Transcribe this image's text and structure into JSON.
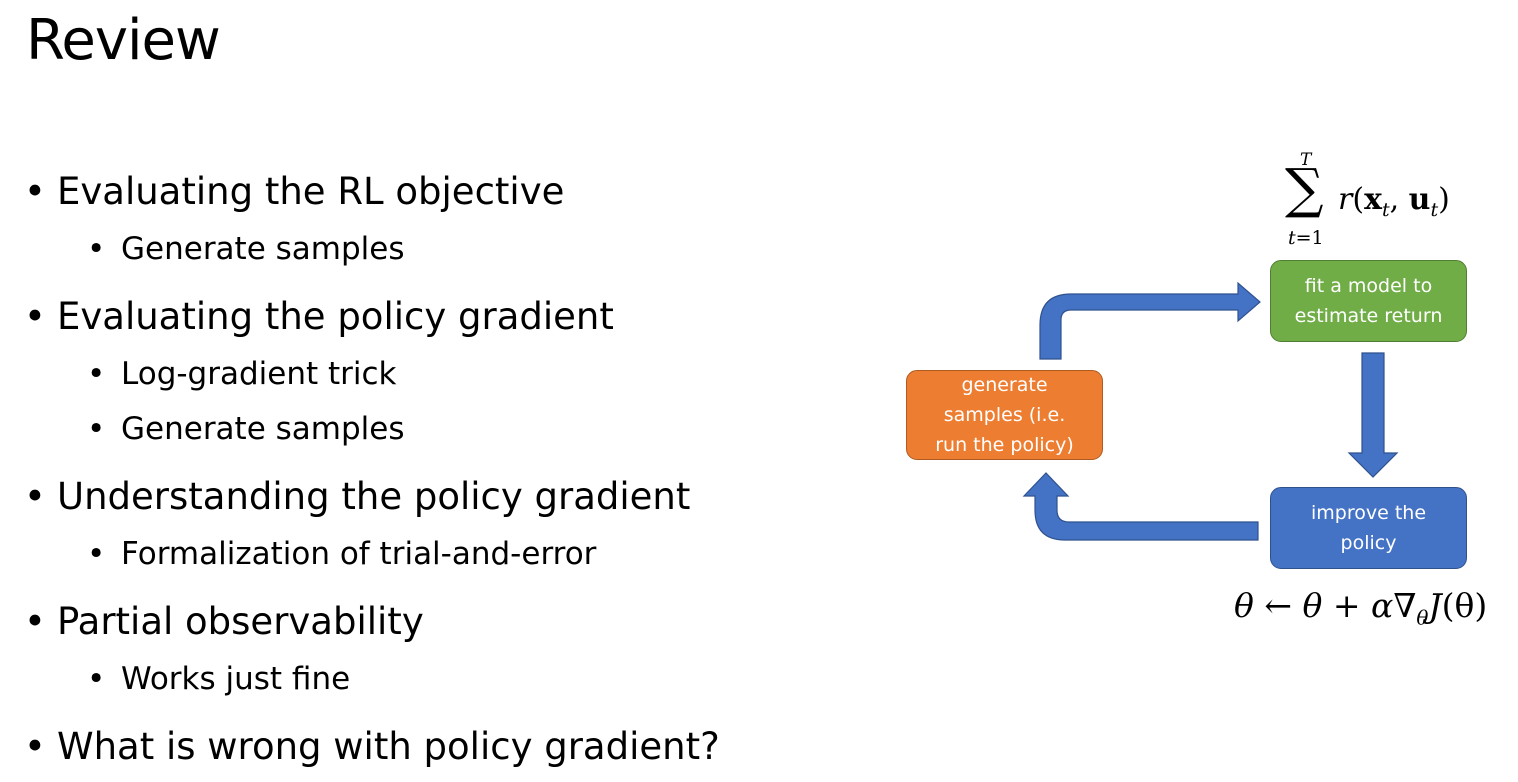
{
  "slide": {
    "title": "Review"
  },
  "bullets": [
    {
      "text": "Evaluating the RL objective",
      "sub": [
        "Generate samples"
      ]
    },
    {
      "text": "Evaluating the policy gradient",
      "sub": [
        "Log-gradient trick",
        "Generate samples"
      ]
    },
    {
      "text": "Understanding the policy gradient",
      "sub": [
        "Formalization of trial-and-error"
      ]
    },
    {
      "text": "Partial observability",
      "sub": [
        "Works just fine"
      ]
    },
    {
      "text": "What is wrong with policy gradient?",
      "sub": []
    }
  ],
  "bullet_symbol": "•",
  "diagram": {
    "box_fit": {
      "line1": "fit a model to",
      "line2": "estimate return"
    },
    "box_generate": {
      "line1": "generate",
      "line2": "samples (i.e.",
      "line3": "run the policy)"
    },
    "box_improve": {
      "line1": "improve the",
      "line2": "policy"
    },
    "colors": {
      "green": "#70ad47",
      "orange": "#ed7d31",
      "blue": "#4472c4",
      "arrow": "#4472c4"
    },
    "sum_formula": {
      "sigma": "∑",
      "upper": "T",
      "lower_var": "t",
      "lower_rest": "=1",
      "r": "r",
      "open": "(",
      "x": "x",
      "x_sub": "t",
      "comma": ", ",
      "u": "u",
      "u_sub": "t",
      "close": ")"
    },
    "update_formula": {
      "theta1": "θ",
      "arrow": " ← ",
      "theta2": "θ",
      "plus": " + ",
      "alpha": "α",
      "nabla": "∇",
      "nabla_sub": "θ",
      "J": "J",
      "arg": "(θ)"
    }
  }
}
